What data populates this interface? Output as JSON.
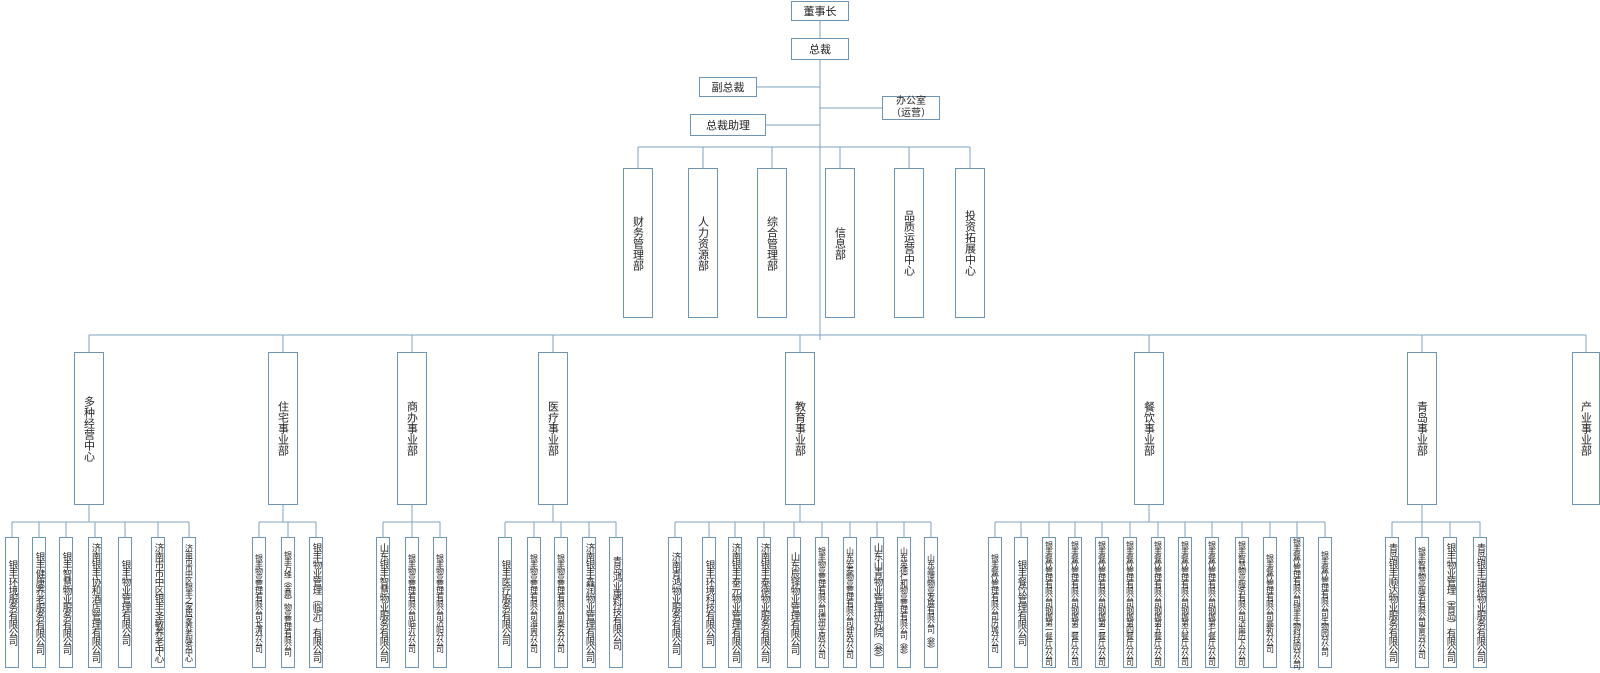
{
  "top": {
    "chairman": "董事长",
    "president": "总裁",
    "vice_president": "副总裁",
    "office": "办公室\n（运营）",
    "assistant": "总裁助理"
  },
  "departments": [
    "财务管理部",
    "人力资源部",
    "综合管理部",
    "信息部",
    "品质运营中心",
    "投资拓展中心"
  ],
  "divisions": [
    {
      "name": "多种经营中心",
      "subs": [
        "银丰环境服务有限公司",
        "银丰健康养老服务有限公司",
        "银丰智慧物业服务有限公司",
        "济南银丰协和酒店管理有限公司",
        "银丰物业管理有限公司",
        "济南市市中区银丰圣敏养老中心",
        "济南市市中区银丰之家居家养老服务中心"
      ]
    },
    {
      "name": "住宅事业部",
      "subs": [
        "银丰物业管理有限公司长清分公司",
        "银丰万维（金鼎）物业管理有限公司",
        "银丰物业管理（临沂）有限公司"
      ]
    },
    {
      "name": "商办事业部",
      "subs": [
        "山东银丰智慧物业服务有限公司",
        "银丰物业管理有限公司临沂分公司",
        "银丰物业管理有限公司济阳分公司"
      ]
    },
    {
      "name": "医疗事业部",
      "subs": [
        "银丰医疗服务有限公司",
        "银丰物业管理有限公司海南分公司",
        "银丰物业管理有限公司泰安分公司",
        "济南银丰鑫润物业管理有限公司",
        "青岛鸿业康科技有限公司"
      ]
    },
    {
      "name": "教育事业部",
      "subs": [
        "济南青鸿物业服务有限公司",
        "银丰环境科技有限公司",
        "济南银丰泰元物业管理有限公司",
        "济南银丰泰德物业服务有限公司",
        "山东辰铎物业管理有限公司",
        "银丰物业管理有限公司德州平原分公司",
        "山东宏泰物业管理有限公司钟英分公司",
        "山东山青物业管理研究院（参）",
        "山东英德仁和物业管理有限公司（参）",
        "山东高速物业发展有限公司（参）"
      ]
    },
    {
      "name": "餐饮事业部",
      "subs": [
        "银丰餐饮管理有限公司历城分公司",
        "银丰餐饮管理有限公司",
        "银丰餐饮管理有限公司钢城第一餐厅分公司",
        "银丰餐饮管理有限公司钢城第二餐厅分公司",
        "银丰餐饮管理有限公司钢城第三餐厅分公司",
        "银丰餐饮管理有限公司钢城第四餐厅分公司",
        "银丰餐饮管理有限公司钢城第五餐厅分公司",
        "银丰餐饮管理有限公司钢城第六餐厅分公司",
        "银丰餐饮管理有限公司钢城第七餐厅分公司",
        "银丰智慧物业服务有限公司济南历下分公司",
        "银丰餐饮管理有限公司高新分公司",
        "银丰餐饮管理有限公司银丰生物科技园分公司",
        "银丰餐饮管理有限公司生物园分公司"
      ]
    },
    {
      "name": "青岛事业部",
      "subs": [
        "青岛银丰顺达物业服务有限公司",
        "银丰智慧物业服务有限公司青岛分公司",
        "银丰物业管理（青岛）有限公司",
        "青岛银丰瑞德物业服务有限公司"
      ]
    },
    {
      "name": "产业事业部",
      "subs": []
    }
  ]
}
